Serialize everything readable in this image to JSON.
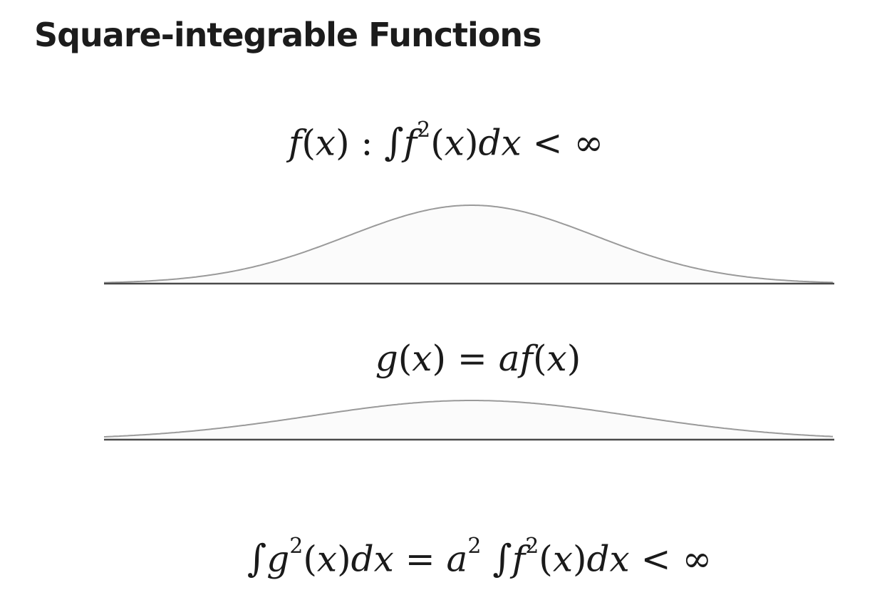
{
  "slide": {
    "title": "Square-integrable Functions"
  },
  "equations": {
    "f_definition": {
      "f": "f",
      "x": "x",
      "colon": ":",
      "integral": "∫",
      "f2": "f",
      "exp": "2",
      "x2": "x",
      "dx": "dx",
      "lt": "<",
      "inf": "∞"
    },
    "g_definition": {
      "g": "g",
      "x": "x",
      "eq": "=",
      "a": "a",
      "f": "f",
      "x2": "x"
    },
    "bottom": {
      "integral1": "∫",
      "g": "g",
      "exp1": "2",
      "x1": "x",
      "dx1": "dx",
      "eq": "=",
      "a": "a",
      "exp2": "2",
      "integral2": "∫",
      "f": "f",
      "exp3": "2",
      "x2": "x",
      "dx2": "dx",
      "lt": "<",
      "inf": "∞"
    }
  },
  "plots": {
    "curve_color": "#9a9a9a",
    "fill_color": "#fbfbfb",
    "axis_color": "#4a4a4a",
    "f_plot": {
      "amplitude": 1.0,
      "sigma": 0.17
    },
    "g_plot": {
      "amplitude": 0.5,
      "sigma": 0.22
    }
  }
}
